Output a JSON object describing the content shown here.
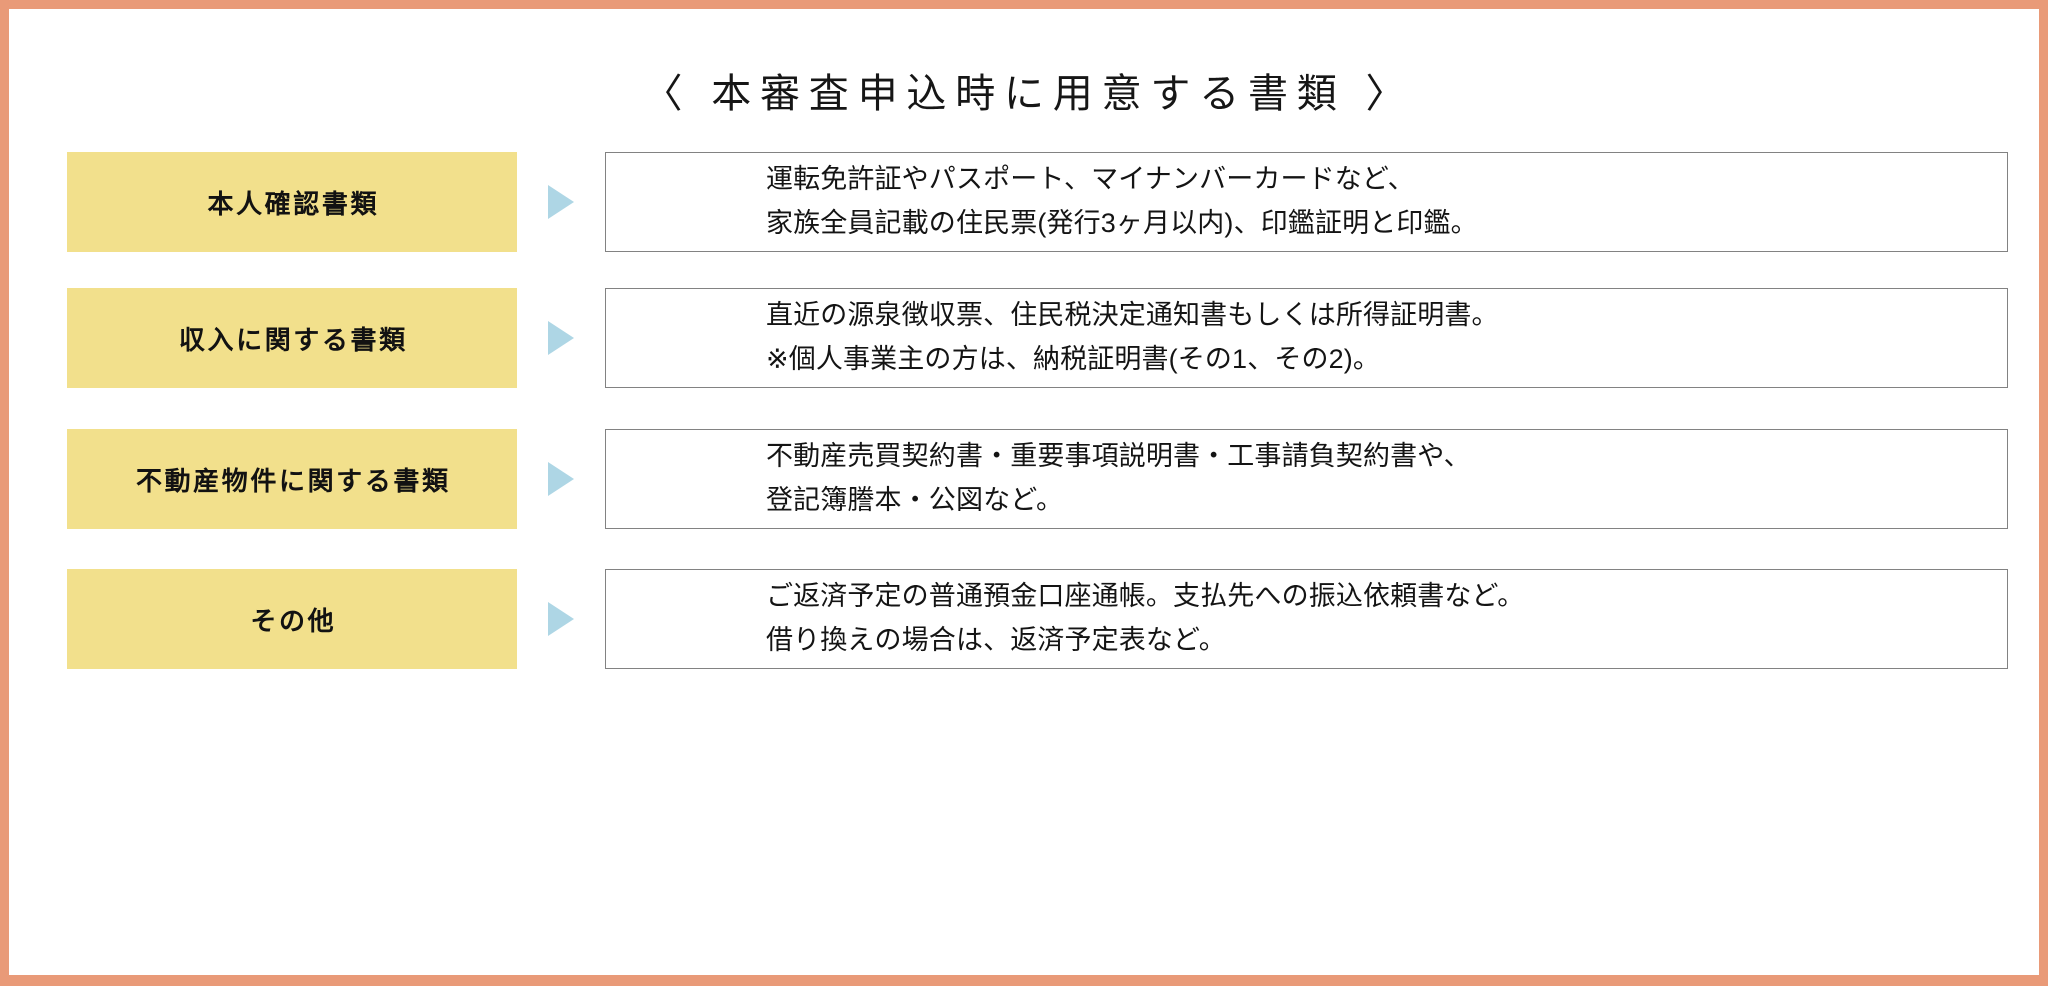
{
  "title": "〈 本審査申込時に用意する書類 〉",
  "colors": {
    "frame": "#e99a78",
    "label_bg": "#f2e08c",
    "arrow": "#aed6e5",
    "desc_border": "#828282",
    "text": "#141414"
  },
  "rows": [
    {
      "label": "本人確認書類",
      "arrow": "play-triangle-icon",
      "lines": [
        "運転免許証やパスポート、マイナンバーカードなど、",
        "家族全員記載の住民票(発行3ヶ月以内)、印鑑証明と印鑑。"
      ]
    },
    {
      "label": "収入に関する書類",
      "arrow": "play-triangle-icon",
      "lines": [
        "直近の源泉徴収票、住民税決定通知書もしくは所得証明書。",
        "※個人事業主の方は、納税証明書(その1、その2)。"
      ]
    },
    {
      "label": "不動産物件に関する書類",
      "arrow": "play-triangle-icon",
      "lines": [
        "不動産売買契約書・重要事項説明書・工事請負契約書や、",
        "登記簿謄本・公図など。"
      ]
    },
    {
      "label": "その他",
      "arrow": "play-triangle-icon",
      "lines": [
        "ご返済予定の普通預金口座通帳。支払先への振込依頼書など。",
        "借り換えの場合は、返済予定表など。"
      ]
    }
  ]
}
